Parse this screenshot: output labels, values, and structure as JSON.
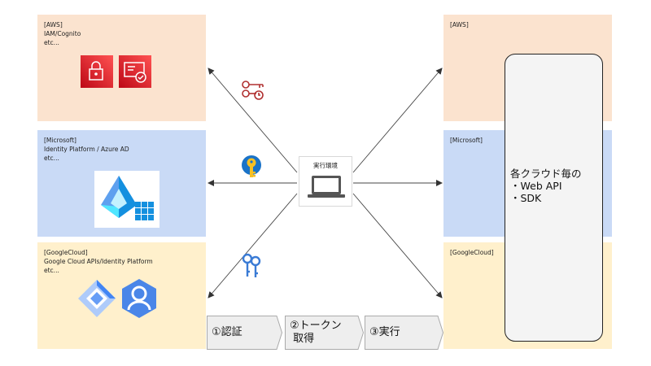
{
  "left_panels": {
    "aws": {
      "text": "[AWS]\nIAM/Cognito\netc..."
    },
    "microsoft": {
      "text": "[Microsoft]\nIdentity Platform / Azure AD\netc..."
    },
    "googlecloud": {
      "text": "[GoogleCloud]\nGoogle Cloud APIs/Identity Platform\netc..."
    }
  },
  "right_panels": {
    "aws": {
      "text": "[AWS]"
    },
    "microsoft": {
      "text": "[Microsoft]"
    },
    "googlecloud": {
      "text": "[GoogleCloud]"
    }
  },
  "api_box": {
    "text": "各クラウド毎の\n・Web API\n・SDK"
  },
  "runtime": {
    "label": "実行環境"
  },
  "steps": [
    {
      "label": "①認証"
    },
    {
      "label": "②トークン\n 取得"
    },
    {
      "label": "③実行"
    }
  ],
  "colors": {
    "aws_panel": "#fbe3cf",
    "microsoft_panel": "#c9daf6",
    "googlecloud_panel": "#fff0cc",
    "aws_icon": "#d22a35",
    "azure_icon": "#2f9be6",
    "gcp_icon": "#4a86e8"
  },
  "icons": [
    "aws-iam-icon",
    "aws-cognito-icon",
    "key-chain-icon",
    "gold-key-icon",
    "blue-key-icon",
    "azure-ad-icon",
    "gcp-apis-icon",
    "gcp-identity-icon",
    "laptop-icon"
  ]
}
